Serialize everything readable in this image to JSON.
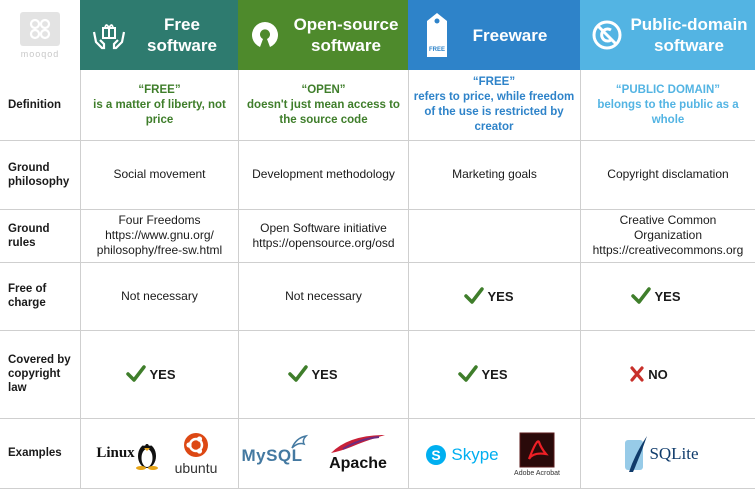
{
  "header": {
    "logo_text": "mooqod",
    "columns": [
      {
        "title_line1": "Free",
        "title_line2": "software",
        "color": "#2e7b6f",
        "icon": "hands-gift-icon"
      },
      {
        "title_line1": "Open-source",
        "title_line2": "software",
        "color": "#4e8a2c",
        "icon": "open-source-icon"
      },
      {
        "title_line1": "Freeware",
        "title_line2": "",
        "color": "#2e83c9",
        "icon": "price-tag-icon",
        "tag_text": "FREE"
      },
      {
        "title_line1": "Public-domain",
        "title_line2": "software",
        "color": "#53b4e3",
        "icon": "no-copyright-icon"
      }
    ]
  },
  "rows": {
    "definition": {
      "label": "Definition",
      "cells": [
        {
          "quote": "“FREE”",
          "text": "is a matter of liberty, not price"
        },
        {
          "quote": "“OPEN”",
          "text": "doesn't just mean access to the source code"
        },
        {
          "quote": "“FREE”",
          "text": "refers to price, while freedom of the use is restricted by creator"
        },
        {
          "quote": "“PUBLIC DOMAIN”",
          "text": "belongs to the public as a whole"
        }
      ]
    },
    "philosophy": {
      "label_line1": "Ground",
      "label_line2": "philosophy",
      "cells": [
        "Social movement",
        "Development methodology",
        "Marketing goals",
        "Copyright disclamation"
      ]
    },
    "rules": {
      "label_line1": "Ground",
      "label_line2": "rules",
      "cells": [
        {
          "l1": "Four Freedoms",
          "l2": "https://www.gnu.org/",
          "l3": "philosophy/free-sw.html"
        },
        {
          "l1": "Open Software initiative",
          "l2": "https://opensource.org/osd",
          "l3": ""
        },
        {
          "l1": "",
          "l2": "",
          "l3": ""
        },
        {
          "l1": "Creative Common",
          "l2": "Organization",
          "l3": "https://creativecommons.org"
        }
      ]
    },
    "charge": {
      "label_line1": "Free of",
      "label_line2": "charge",
      "cells": [
        "Not necessary",
        "Not necessary",
        "YES",
        "YES"
      ]
    },
    "copyright": {
      "label_line1": "Covered by",
      "label_line2": "copyright",
      "label_line3": "law",
      "cells": [
        "YES",
        "YES",
        "YES",
        "NO"
      ]
    },
    "examples": {
      "label": "Examples",
      "logos": {
        "linux": "Linux",
        "ubuntu": "ubuntu",
        "mysql": "MySQL",
        "apache": "Apache",
        "skype": "Skype",
        "acrobat": "Adobe Acrobat",
        "sqlite": "SQLite"
      }
    }
  },
  "colors": {
    "check_green": "#3f7e2b",
    "cross_red": "#c8302a",
    "grid_line": "#cfcfcf"
  }
}
